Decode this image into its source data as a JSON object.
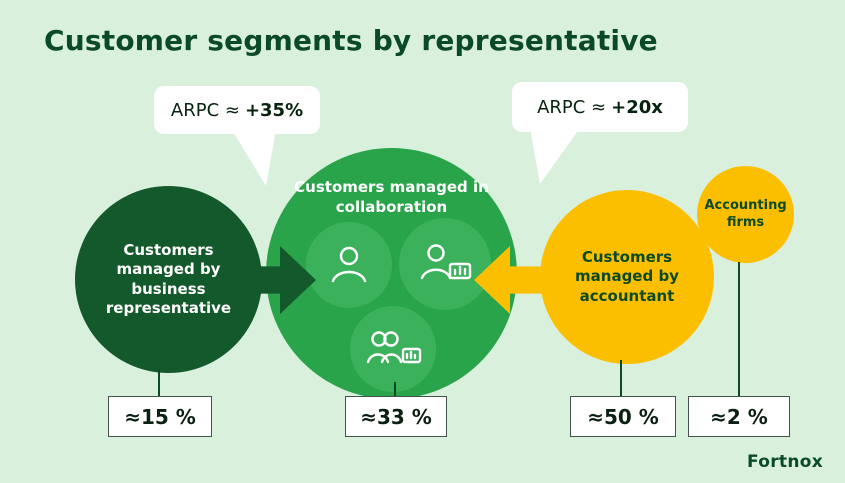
{
  "title": "Customer segments by representative",
  "callouts": [
    {
      "label": "ARPC ≈",
      "value": "+35%"
    },
    {
      "label": "ARPC ≈",
      "value": "+20x"
    }
  ],
  "segments": {
    "business": {
      "label": "Customers managed by business representative",
      "value": "≈15 %"
    },
    "collaboration": {
      "label": "Customers managed in collaboration",
      "value": "≈33 %"
    },
    "accountant": {
      "label": "Customers managed by accountant",
      "value": "≈50 %"
    },
    "accounting_firms": {
      "label": "Accounting firms",
      "value": "≈2 %"
    }
  },
  "icons": [
    "person-icon",
    "person-laptop-icon",
    "team-laptop-icon"
  ],
  "colors": {
    "background": "#d8f0dc",
    "dark_green": "#14592b",
    "medium_green": "#2aa44b",
    "inner_green": "#3cb15c",
    "yellow": "#fcbf00",
    "text_dark_green": "#0b4a26",
    "callout_bg": "#ffffff"
  },
  "logo": "Fortnox"
}
